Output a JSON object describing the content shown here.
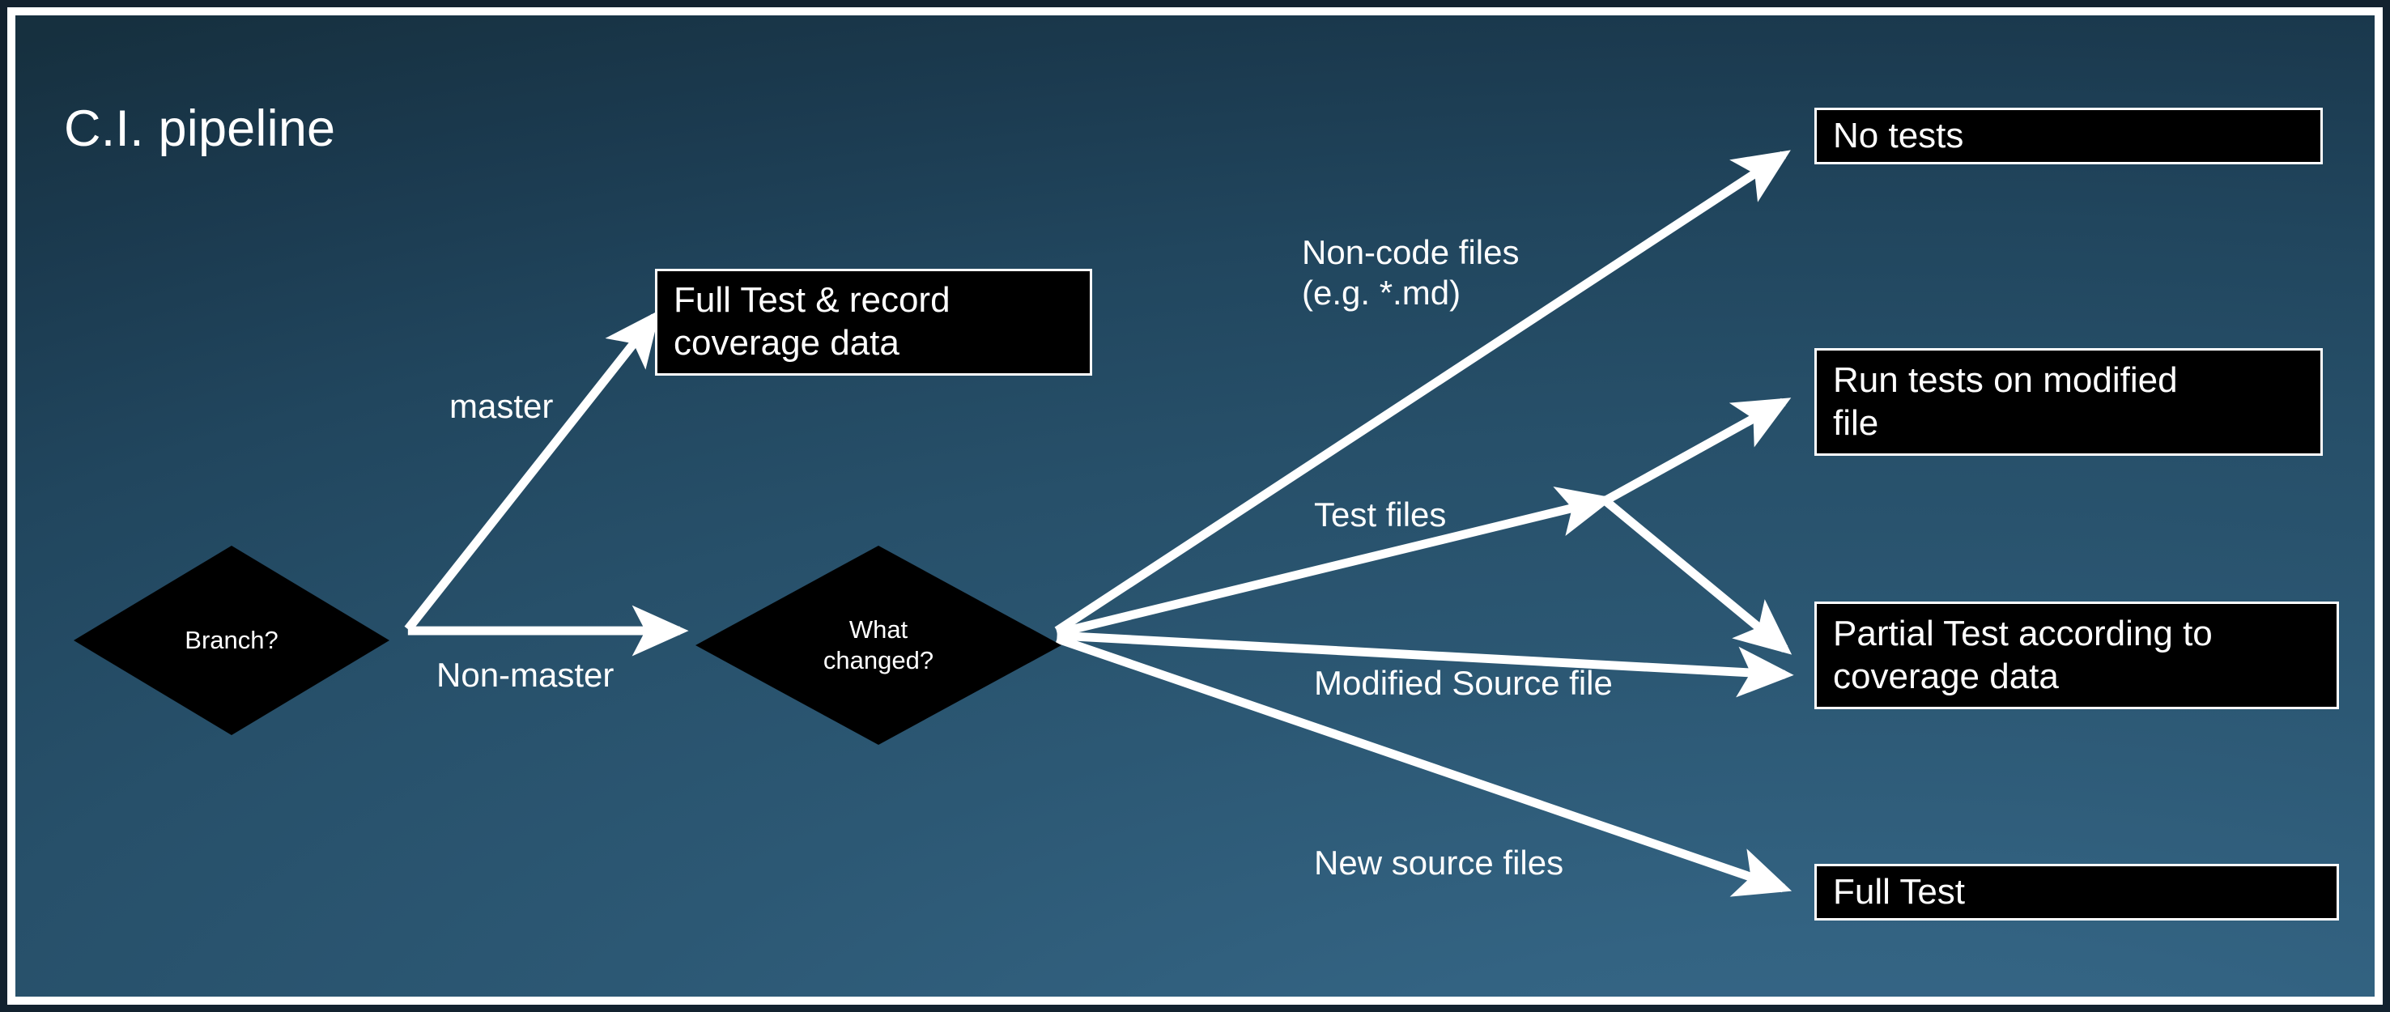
{
  "slide": {
    "title": "C.I. pipeline",
    "background_dark": "#16303f",
    "background_light": "#37688a",
    "node_fill": "#000000",
    "node_stroke": "#ffffff",
    "text_color": "#ffffff"
  },
  "nodes": {
    "branch_decision": "Branch?",
    "what_changed_decision": "What\nchanged?",
    "full_test_record": "Full Test & record\ncoverage data",
    "no_tests": "No tests",
    "run_tests_modified": "Run tests on modified\nfile",
    "partial_test": "Partial Test according to\ncoverage data",
    "full_test": "Full Test"
  },
  "edge_labels": {
    "master": "master",
    "non_master": "Non-master",
    "non_code_files": "Non-code files\n(e.g. *.md)",
    "test_files": "Test files",
    "modified_source_file": "Modified Source file",
    "new_source_files": "New source files"
  }
}
